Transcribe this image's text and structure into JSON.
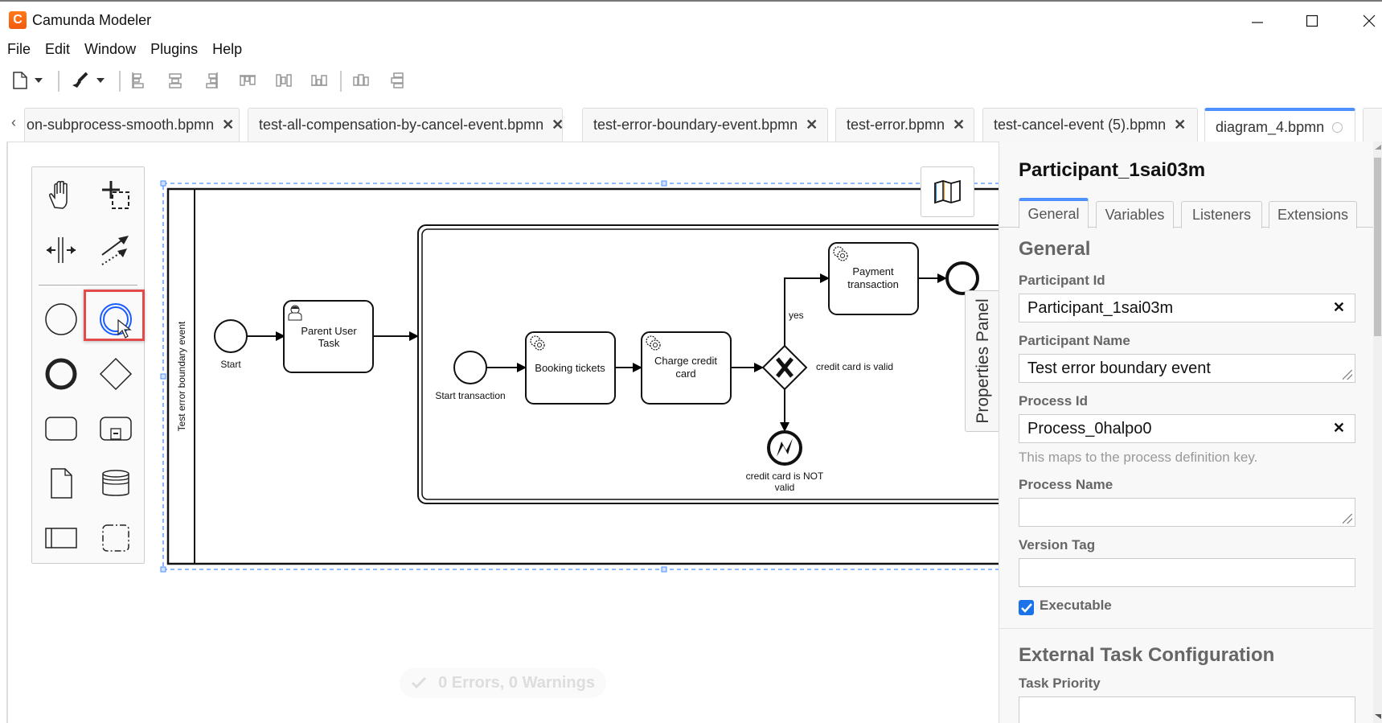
{
  "window": {
    "title": "Camunda Modeler",
    "logo_letter": "C",
    "controls": [
      "minimize",
      "maximize",
      "close"
    ]
  },
  "menu": [
    "File",
    "Edit",
    "Window",
    "Plugins",
    "Help"
  ],
  "toolbar": {
    "items": [
      "new-file-icon",
      "dropdown",
      "color-brush-icon",
      "dropdown",
      "align-left-icon",
      "align-center-icon",
      "align-right-icon",
      "align-top-icon",
      "align-middle-icon",
      "align-bottom-icon",
      "distribute-horizontally-icon",
      "distribute-vertically-icon"
    ]
  },
  "tabs": [
    {
      "label": "on-subprocess-smooth.bpmn",
      "close": "✕",
      "active": false
    },
    {
      "label": "test-all-compensation-by-cancel-event.bpmn",
      "close": "✕",
      "active": false
    },
    {
      "label": "test-error-boundary-event.bpmn",
      "close": "✕",
      "active": false
    },
    {
      "label": "test-error.bpmn",
      "close": "✕",
      "active": false
    },
    {
      "label": "test-cancel-event (5).bpmn",
      "close": "✕",
      "active": false
    },
    {
      "label": "diagram_4.bpmn",
      "close": "○",
      "active": true
    }
  ],
  "tab_scroll_left": "‹",
  "palette": {
    "tools": [
      "hand-tool",
      "lasso-tool",
      "space-tool",
      "global-connect-tool"
    ],
    "elements": [
      "start-event",
      "intermediate-event",
      "end-event",
      "gateway",
      "task",
      "subprocess",
      "data-object",
      "data-store",
      "participant",
      "group"
    ],
    "hovered": "intermediate-event"
  },
  "diagram": {
    "pool_label": "Test error boundary event",
    "start_label": "Start",
    "parent_task": [
      "Parent User",
      "Task"
    ],
    "start_transaction": "Start transaction",
    "booking": "Booking tickets",
    "charge": [
      "Charge credit",
      "card"
    ],
    "payment": [
      "Payment",
      "transaction"
    ],
    "gateway_label": "credit card is valid",
    "yes_label": "yes",
    "error_end": [
      "credit card is NOT",
      "valid"
    ]
  },
  "status": {
    "text": "0 Errors, 0 Warnings"
  },
  "properties_toggle": "Properties Panel",
  "properties": {
    "title": "Participant_1sai03m",
    "tabs": [
      "General",
      "Variables",
      "Listeners",
      "Extensions"
    ],
    "active_tab": "General",
    "group_general": "General",
    "participant_id_label": "Participant Id",
    "participant_id": "Participant_1sai03m",
    "participant_name_label": "Participant Name",
    "participant_name": "Test error boundary event",
    "process_id_label": "Process Id",
    "process_id": "Process_0halpo0",
    "process_id_help": "This maps to the process definition key.",
    "process_name_label": "Process Name",
    "process_name": "",
    "version_tag_label": "Version Tag",
    "version_tag": "",
    "executable_label": "Executable",
    "executable": true,
    "group_external": "External Task Configuration",
    "task_priority_label": "Task Priority",
    "task_priority": "",
    "clear_glyph": "✕"
  }
}
